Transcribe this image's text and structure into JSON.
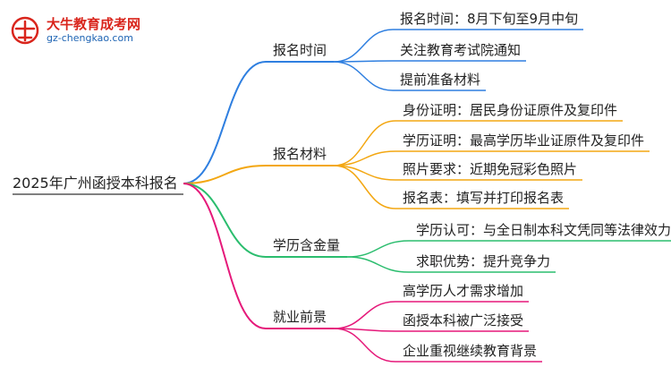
{
  "logo": {
    "title": "大牛教育成考网",
    "url": "gz-chengkao.com"
  },
  "root": {
    "label": "2025年广州函授本科报名",
    "color": "#555555"
  },
  "branches": [
    {
      "label": "报名时间",
      "color": "#2f7fe0",
      "children": [
        "报名时间：8月下旬至9月中旬",
        "关注教育考试院通知",
        "提前准备材料"
      ]
    },
    {
      "label": "报名材料",
      "color": "#f3a712",
      "children": [
        "身份证明：居民身份证原件及复印件",
        "学历证明：最高学历毕业证原件及复印件",
        "照片要求：近期免冠彩色照片",
        "报名表：填写并打印报名表"
      ]
    },
    {
      "label": "学历含金量",
      "color": "#2bbd6e",
      "children": [
        "学历认可：与全日制本科文凭同等法律效力",
        "求职优势：提升竞争力"
      ]
    },
    {
      "label": "就业前景",
      "color": "#e5197a",
      "children": [
        "高学历人才需求增加",
        "函授本科被广泛接受",
        "企业重视继续教育背景"
      ]
    }
  ]
}
